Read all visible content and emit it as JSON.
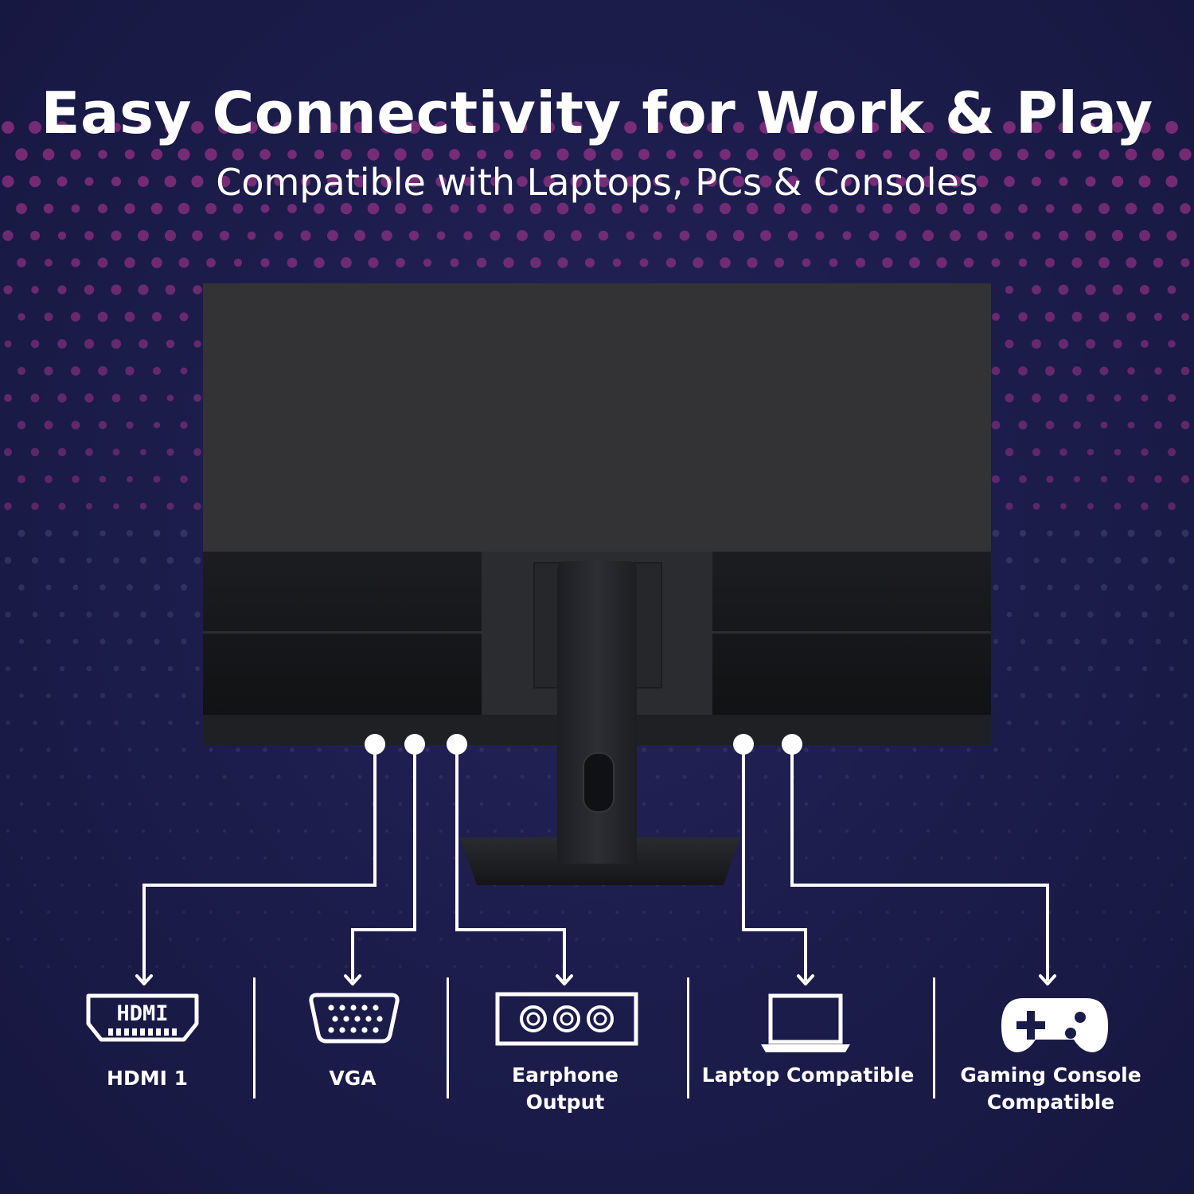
{
  "header": {
    "title": "Easy Connectivity for Work & Play",
    "subtitle": "Compatible with Laptops, PCs & Consoles"
  },
  "icons": {
    "hdmi": "hdmi-port-icon",
    "vga": "vga-port-icon",
    "earphone": "earphone-output-icon",
    "laptop": "laptop-icon",
    "gamepad": "gamepad-icon"
  },
  "ports": {
    "hdmi": {
      "label": "HDMI 1",
      "icon_text": "HDMI"
    },
    "vga": {
      "label": "VGA"
    },
    "earphone": {
      "label": "Earphone Output"
    },
    "laptop": {
      "label": "Laptop Compatible"
    },
    "console": {
      "label_line1": "Gaming Console",
      "label_line2": "Compatible"
    }
  },
  "colors": {
    "background": "#1b1c4a",
    "accent_dots": "#c43a9c",
    "foreground": "#ffffff"
  }
}
